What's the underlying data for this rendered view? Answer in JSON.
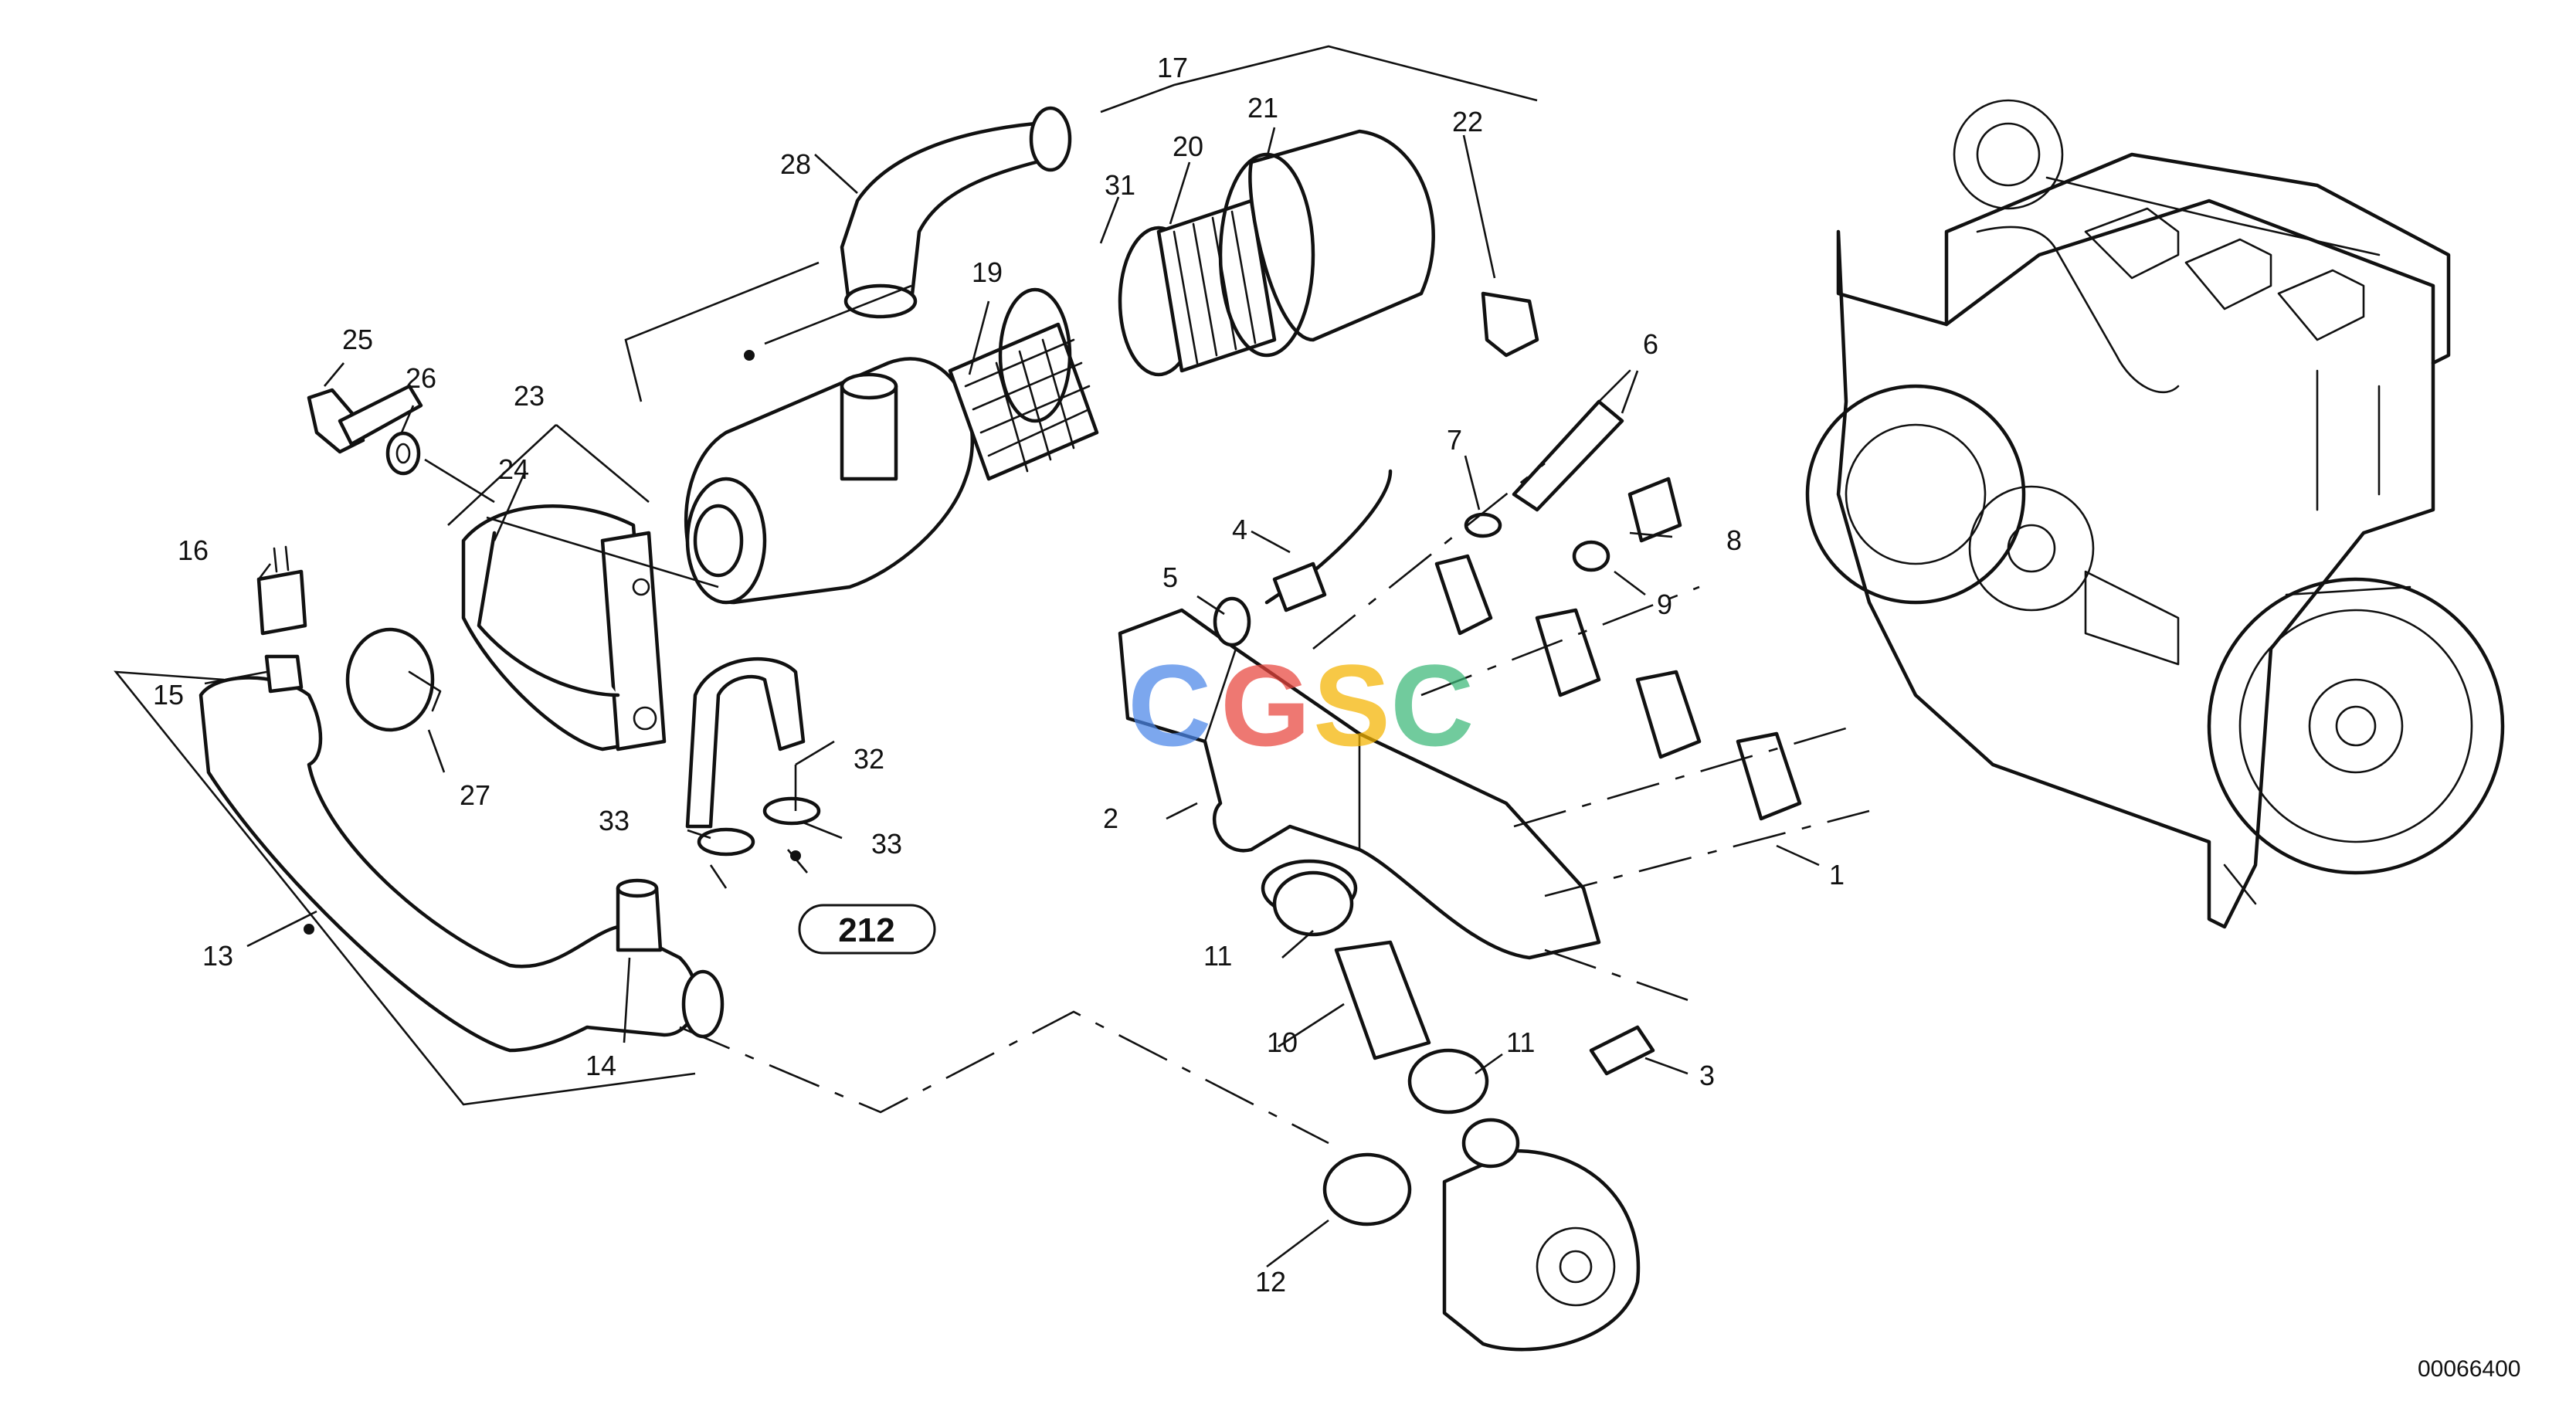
{
  "diagram": {
    "callouts": {
      "c1": "1",
      "c2": "2",
      "c3": "3",
      "c4": "4",
      "c5": "5",
      "c6": "6",
      "c7": "7",
      "c8": "8",
      "c9": "9",
      "c10": "10",
      "c11a": "11",
      "c11b": "11",
      "c12": "12",
      "c13": "13",
      "c14": "14",
      "c15": "15",
      "c16": "16",
      "c17": "17",
      "c19": "19",
      "c20": "20",
      "c21": "21",
      "c22": "22",
      "c23": "23",
      "c24": "24",
      "c25": "25",
      "c26": "26",
      "c27": "27",
      "c28": "28",
      "c31": "31",
      "c32": "32",
      "c33a": "33",
      "c33b": "33"
    },
    "reference_box": "212",
    "document_id": "00066400",
    "watermark": {
      "letters": [
        "C",
        "G",
        "S",
        "C"
      ],
      "colors": [
        "#4a86e8",
        "#e8453c",
        "#f4b400",
        "#3bb878"
      ]
    }
  }
}
